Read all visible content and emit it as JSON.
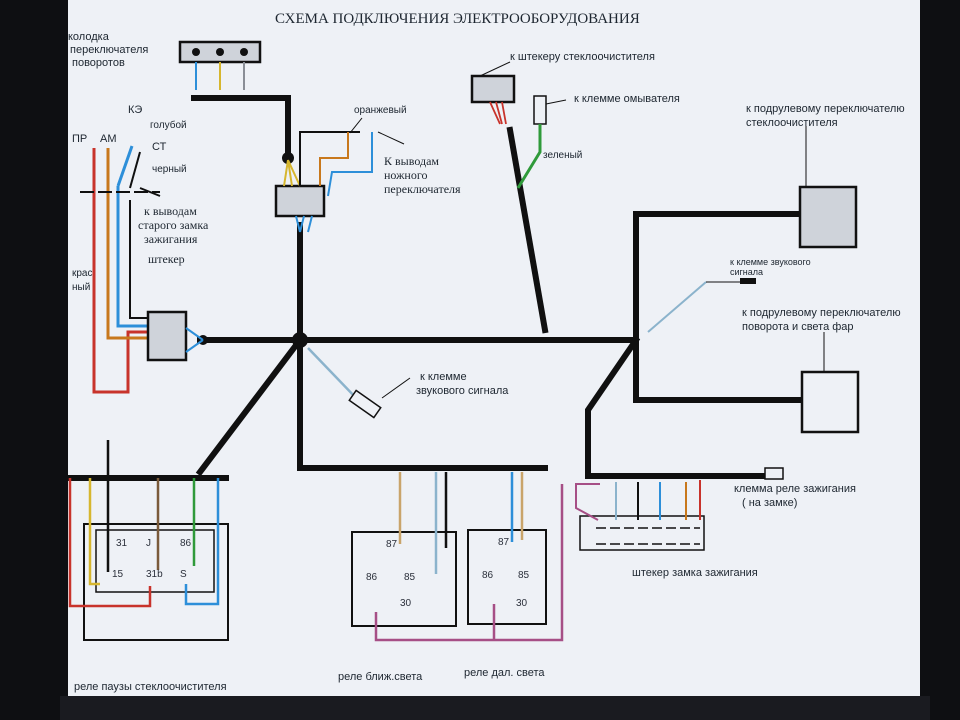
{
  "title": "СХЕМА ПОДКЛЮЧЕНИЯ ЭЛЕКТРООБОРУДОВАНИЯ",
  "colors": {
    "harness": "#101010",
    "red": "#c8332b",
    "blue": "#2d8fd9",
    "light_blue": "#8bb3cc",
    "orange": "#c8781c",
    "yellow": "#d6b62e",
    "tan": "#c9a46a",
    "brown": "#7a5a3a",
    "green": "#2f9a3a",
    "purple": "#a64f86",
    "box_fill": "#cfd3da",
    "paper": "#eef1f6"
  },
  "labels": {
    "turn_block_l1": "колодка",
    "turn_block_l2": "переключателя",
    "turn_block_l3": "поворотов",
    "ke": "КЭ",
    "light_blue": "голубой",
    "pr": "ПР",
    "am": "АМ",
    "st": "СТ",
    "black": "черный",
    "old_switch_l1": "к выводам",
    "old_switch_l2": "старого замка",
    "old_switch_l3": "зажигания",
    "plug": "штекер",
    "red": "крас",
    "red2": "ный",
    "orange": "оранжевый",
    "foot_l1": "К выводам",
    "foot_l2": "ножного",
    "foot_l3": "переключателя",
    "wiper_plug": "к штекеру стеклоочистителя",
    "washer": "к клемме омывателя",
    "green": "зеленый",
    "wiper_sw_l1": "к подрулевому переключателю",
    "wiper_sw_l2": "стеклоочистителя",
    "horn_small_l1": "к клемме звукового",
    "horn_small_l2": "сигнала",
    "turn_sw_l1": "к подрулевому переключателю",
    "turn_sw_l2": "поворота и света фар",
    "horn_l1": "к клемме",
    "horn_l2": "звукового сигнала",
    "ign_relay_l1": "клемма реле зажигания",
    "ign_relay_l2": "( на замке)",
    "ign_plug": "штекер замка зажигания",
    "relay_wiper": "реле паузы стеклоочистителя",
    "relay_low": "реле ближ.света",
    "relay_high": "реле дал. света"
  },
  "relay_wiper_pins": {
    "p31": "31",
    "pJ": "J",
    "p86": "86",
    "p15": "15",
    "p31b": "31b",
    "pS": "S"
  },
  "relay_low_pins": {
    "p87": "87",
    "p86": "86",
    "p85": "85",
    "p30": "30"
  },
  "relay_high_pins": {
    "p87": "87",
    "p86": "86",
    "p85": "85",
    "p30": "30"
  }
}
